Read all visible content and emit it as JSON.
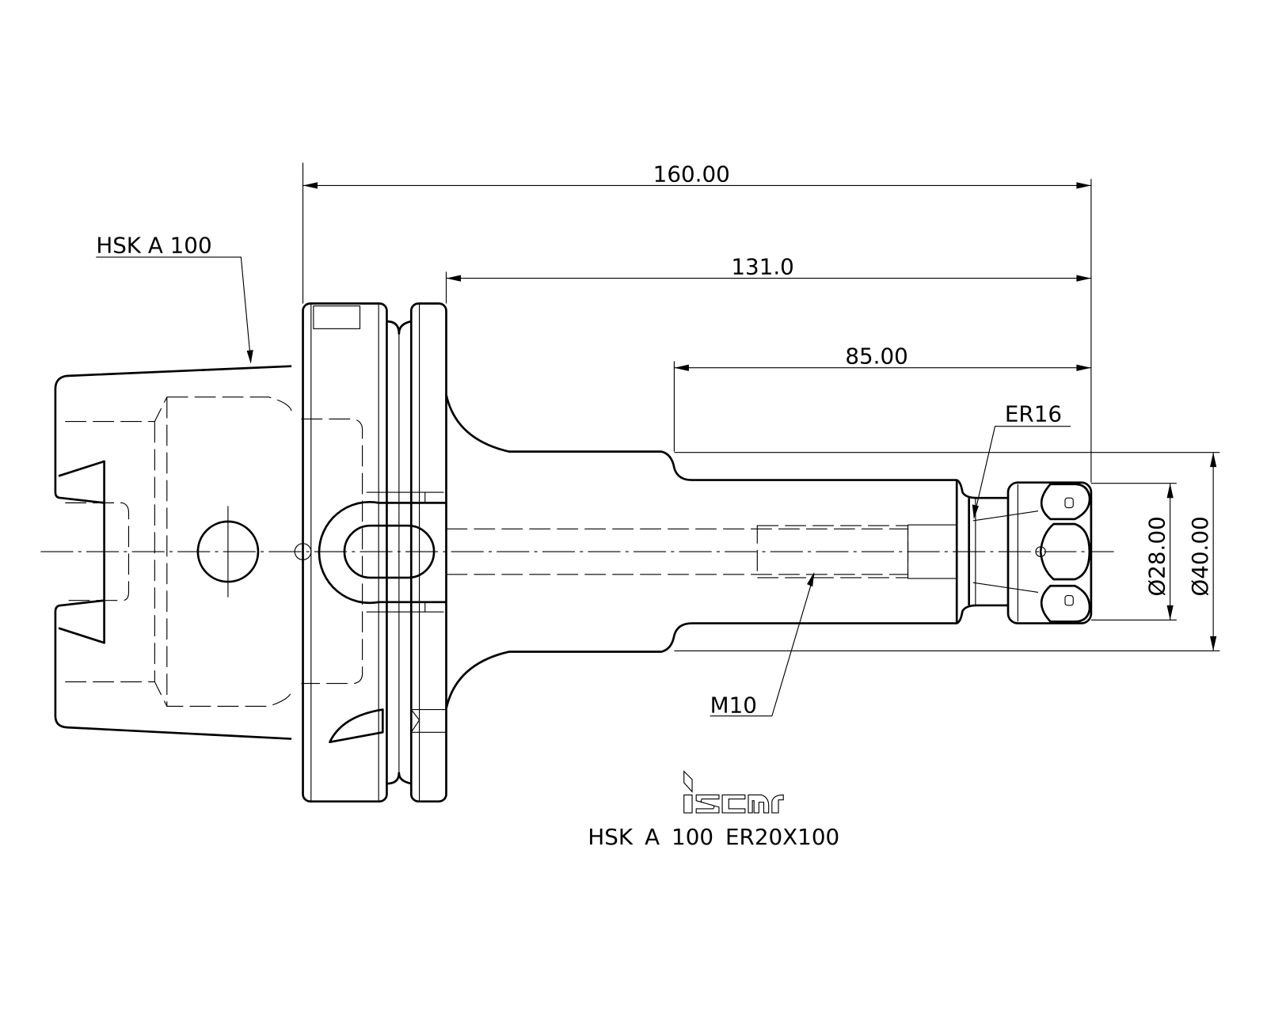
{
  "dimensions": {
    "overall_length": "160.00",
    "flange_to_nose": "131.0",
    "shank_length": "85.00",
    "nut_diameter": "Ø28.00",
    "shank_diameter": "Ø40.00"
  },
  "labels": {
    "taper": "HSK A 100",
    "collet": "ER16",
    "thread": "M10"
  },
  "logo": "iscar",
  "title": "HSK A 100 ER20X100"
}
